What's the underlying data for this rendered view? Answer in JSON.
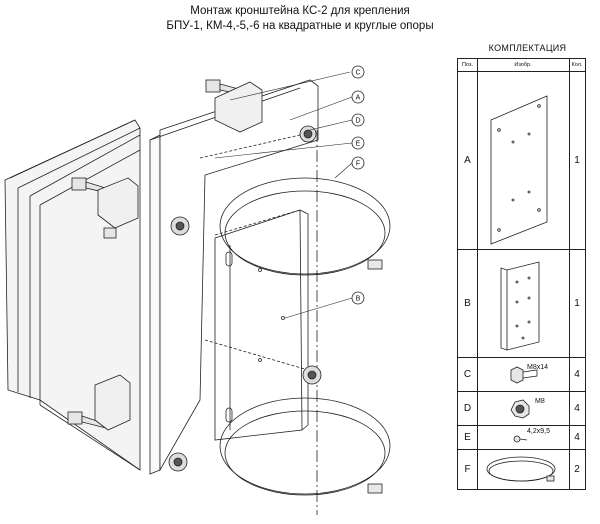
{
  "title": {
    "line1": "Монтаж кронштейна КС-2 для крепления",
    "line2": "БПУ-1, КМ-4,-5,-6 на квадратные и круглые опоры"
  },
  "kit": {
    "title": "КОМПЛЕКТАЦИЯ",
    "headers": {
      "pos": "Поз.",
      "image": "Изобр.",
      "qty": "Кол."
    },
    "rows": [
      {
        "pos": "A",
        "spec": "",
        "qty": "1"
      },
      {
        "pos": "B",
        "spec": "",
        "qty": "1"
      },
      {
        "pos": "C",
        "spec": "M8x14",
        "qty": "4"
      },
      {
        "pos": "D",
        "spec": "M8",
        "qty": "4"
      },
      {
        "pos": "E",
        "spec": "4,2x9,5",
        "qty": "4"
      },
      {
        "pos": "F",
        "spec": "",
        "qty": "2"
      }
    ]
  },
  "callouts": [
    "C",
    "A",
    "D",
    "E",
    "F",
    "B"
  ]
}
